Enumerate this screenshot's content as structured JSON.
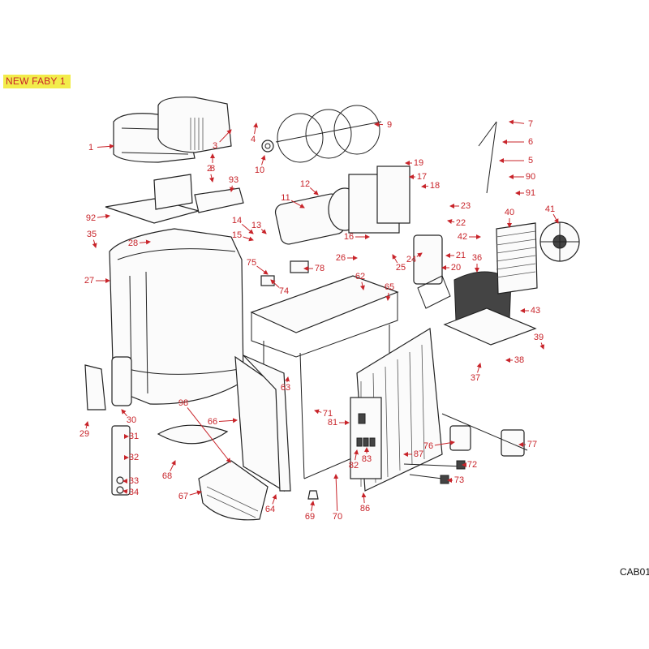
{
  "title": "NEW FABY 1",
  "code": "CAB01",
  "accent_color": "#c8242a",
  "badge_color": "#f2ec4a",
  "callouts": [
    "1",
    "2",
    "3",
    "4",
    "5",
    "6",
    "7",
    "8",
    "9",
    "10",
    "11",
    "12",
    "13",
    "14",
    "15",
    "16",
    "17",
    "18",
    "19",
    "20",
    "21",
    "22",
    "23",
    "24",
    "25",
    "26",
    "27",
    "28",
    "29",
    "30",
    "31",
    "32",
    "33",
    "34",
    "35",
    "36",
    "37",
    "38",
    "39",
    "40",
    "41",
    "42",
    "43",
    "62",
    "63",
    "64",
    "65",
    "66",
    "67",
    "68",
    "69",
    "70",
    "71",
    "72",
    "73",
    "74",
    "75",
    "76",
    "77",
    "78",
    "81",
    "82",
    "83",
    "86",
    "87",
    "90",
    "91",
    "92",
    "93",
    "98"
  ]
}
